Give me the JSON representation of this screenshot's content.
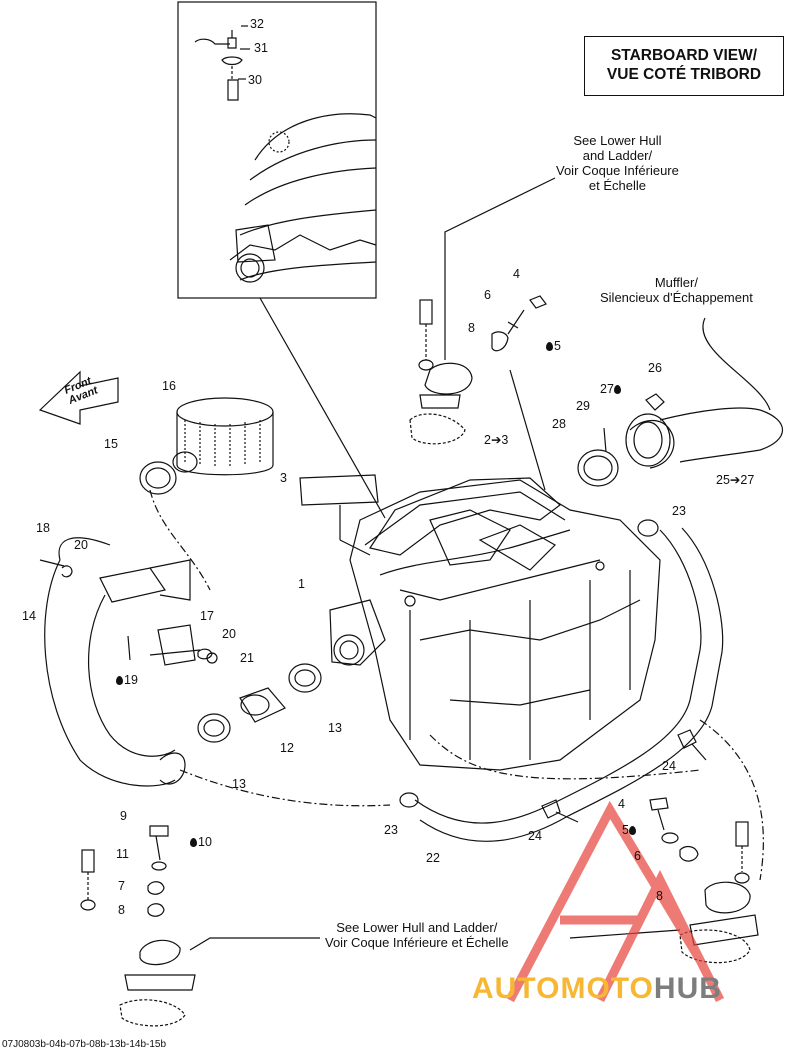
{
  "view_title": {
    "line1": "STARBOARD VIEW/",
    "line2": "VUE COTÉ TRIBORD"
  },
  "notes": {
    "lower_hull_top": [
      "See Lower Hull",
      "and Ladder/",
      "Voir Coque Inférieure",
      "et Échelle"
    ],
    "muffler": [
      "Muffler/",
      "Silencieux d'Échappement"
    ],
    "lower_hull_bottom": [
      "See Lower Hull and Ladder/",
      "Voir Coque Inférieure et Échelle"
    ]
  },
  "front_arrow": {
    "line1": "Front",
    "line2": "Avant"
  },
  "callouts": {
    "c32": "32",
    "c31": "31",
    "c30": "30",
    "c4a": "4",
    "c6a": "6",
    "c8a": "8",
    "c5a": "5",
    "c16": "16",
    "c15": "15",
    "c3": "3",
    "c2": "2➔3",
    "c27": "27",
    "c26": "26",
    "c29": "29",
    "c28": "28",
    "c25": "25➔27",
    "c23a": "23",
    "c18": "18",
    "c20a": "20",
    "c14": "14",
    "c1": "1",
    "c17": "17",
    "c20b": "20",
    "c21": "21",
    "c19": "19",
    "c13a": "13",
    "c12": "12",
    "c13b": "13",
    "c24a": "24",
    "c9": "9",
    "c10": "10",
    "c11": "11",
    "c7": "7",
    "c8b": "8",
    "c23b": "23",
    "c22": "22",
    "c24b": "24",
    "c4b": "4",
    "c5b": "5",
    "c6b": "6",
    "c8c": "8"
  },
  "drawing_code": "07J0803b-04b-07b-08b-13b-14b-15b",
  "watermark": {
    "part1": "AUTOMOTO",
    "part2": "HUB",
    "color_main": "#f7b733",
    "color_hub": "#7d7d7d",
    "logo_color": "#e8433b"
  }
}
